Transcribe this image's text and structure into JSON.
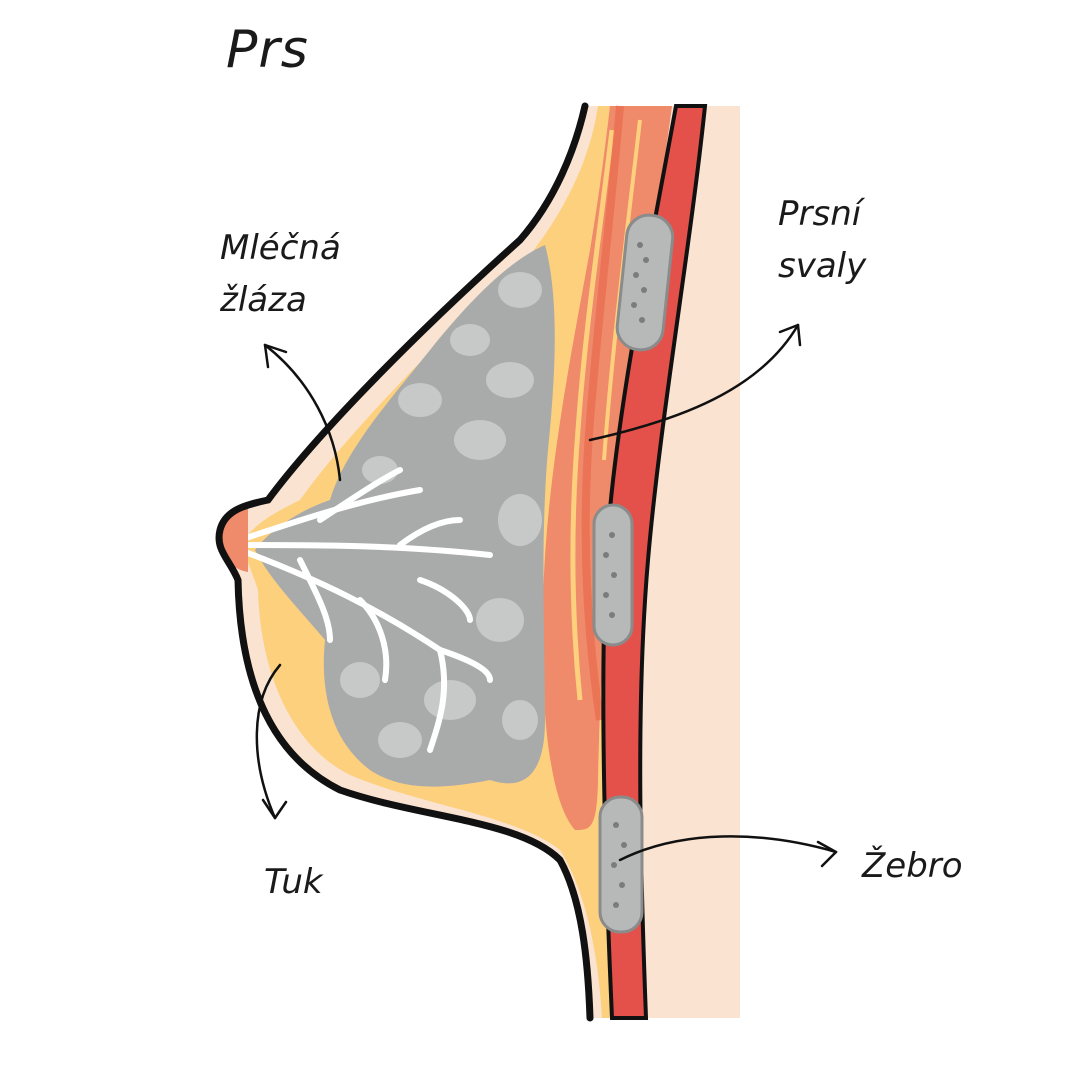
{
  "title": "Prs",
  "labels": {
    "gland_line1": "Mléčná",
    "gland_line2": "žláza",
    "muscle_line1": "Prsní",
    "muscle_line2": "svaly",
    "fat": "Tuk",
    "rib": "Žebro"
  },
  "colors": {
    "skin": "#fbe3d1",
    "fat": "#fdd07e",
    "muscle": "#ef8a6a",
    "muscle_dark": "#ea6a4f",
    "rib_band": "#e4514b",
    "gland": "#a9abab",
    "gland_light": "#c7c9c9",
    "duct": "#ffffff",
    "rib": "#b7b9b9",
    "outline": "#111111"
  }
}
